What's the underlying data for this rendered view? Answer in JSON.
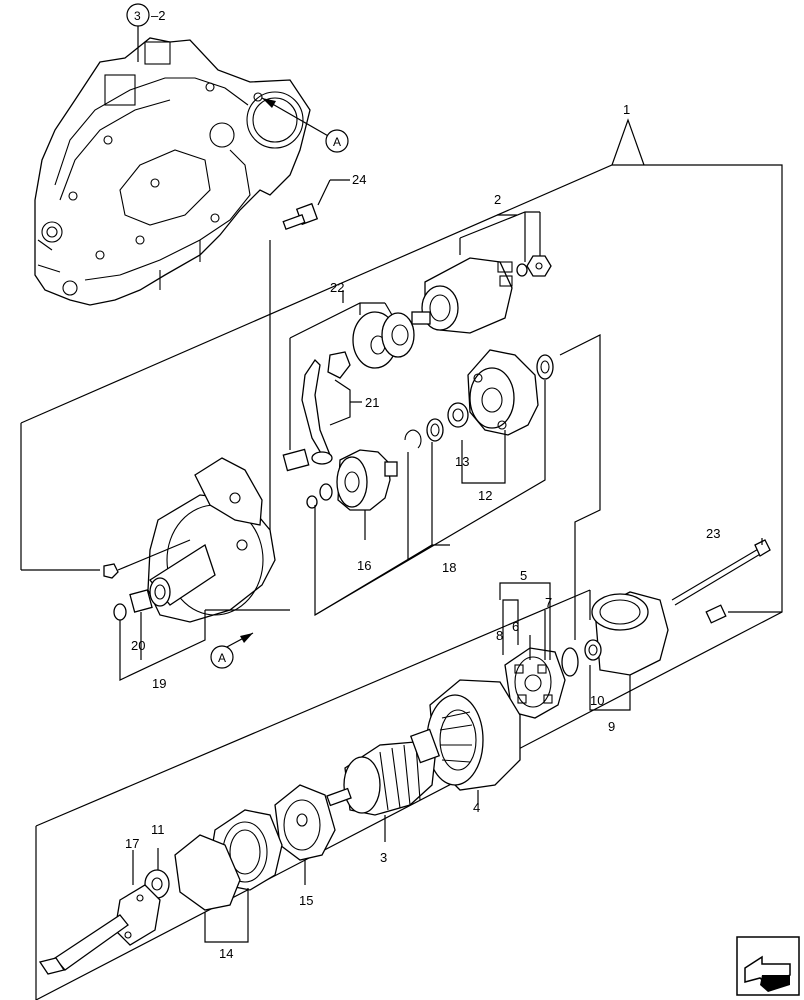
{
  "reference": {
    "circle": "3",
    "suffix": "–2"
  },
  "section_marker": "A",
  "callouts": [
    "1",
    "2",
    "3",
    "4",
    "5",
    "6",
    "7",
    "8",
    "9",
    "10",
    "11",
    "12",
    "13",
    "14",
    "15",
    "16",
    "17",
    "18",
    "19",
    "20",
    "21",
    "22",
    "23",
    "24"
  ],
  "nav": {
    "icon": "arrow-next-icon"
  }
}
